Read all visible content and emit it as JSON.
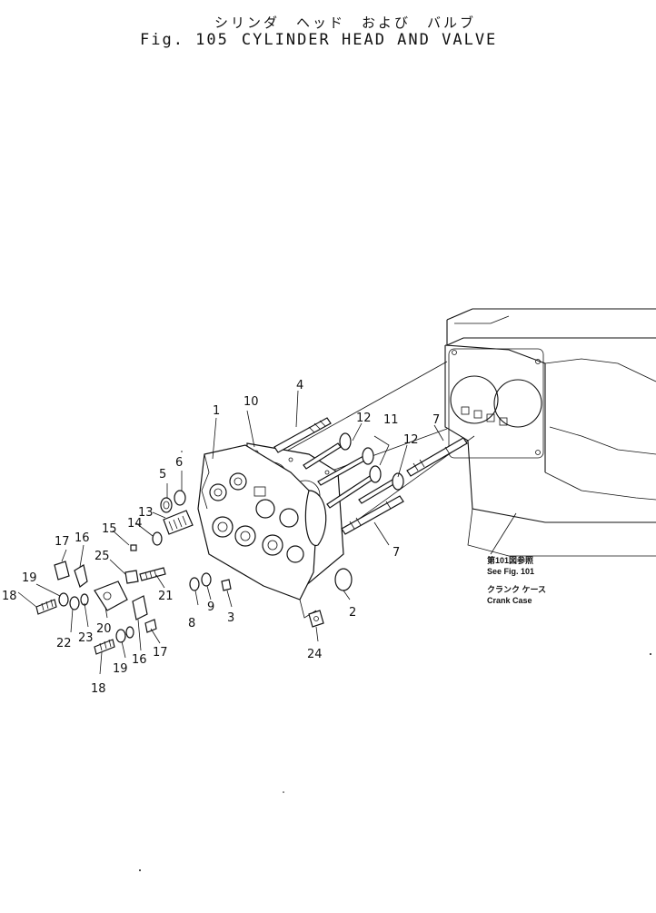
{
  "header": {
    "title_jp": "シリンダ　ヘッド　および　バルブ",
    "fig_label": "Fig. 105",
    "title_en": "CYLINDER HEAD AND VALVE"
  },
  "reference_note": {
    "jp_fig": "第101図参照",
    "see_fig": "See Fig. 101",
    "jp_name": "クランク ケース",
    "en_name": "Crank Case"
  },
  "callouts": [
    {
      "id": "c1",
      "text": "1"
    },
    {
      "id": "c2",
      "text": "2"
    },
    {
      "id": "c3",
      "text": "3"
    },
    {
      "id": "c4",
      "text": "4"
    },
    {
      "id": "c5",
      "text": "5"
    },
    {
      "id": "c6",
      "text": "6"
    },
    {
      "id": "c7a",
      "text": "7"
    },
    {
      "id": "c7b",
      "text": "7"
    },
    {
      "id": "c8",
      "text": "8"
    },
    {
      "id": "c9",
      "text": "9"
    },
    {
      "id": "c10",
      "text": "10"
    },
    {
      "id": "c11",
      "text": "11"
    },
    {
      "id": "c12a",
      "text": "12"
    },
    {
      "id": "c12b",
      "text": "12"
    },
    {
      "id": "c13",
      "text": "13"
    },
    {
      "id": "c14",
      "text": "14"
    },
    {
      "id": "c15",
      "text": "15"
    },
    {
      "id": "c16a",
      "text": "16"
    },
    {
      "id": "c16b",
      "text": "16"
    },
    {
      "id": "c17a",
      "text": "17"
    },
    {
      "id": "c17b",
      "text": "17"
    },
    {
      "id": "c18a",
      "text": "18"
    },
    {
      "id": "c18b",
      "text": "18"
    },
    {
      "id": "c19a",
      "text": "19"
    },
    {
      "id": "c19b",
      "text": "19"
    },
    {
      "id": "c20",
      "text": "20"
    },
    {
      "id": "c21",
      "text": "21"
    },
    {
      "id": "c22",
      "text": "22"
    },
    {
      "id": "c23",
      "text": "23"
    },
    {
      "id": "c24",
      "text": "24"
    },
    {
      "id": "c25",
      "text": "25"
    }
  ]
}
